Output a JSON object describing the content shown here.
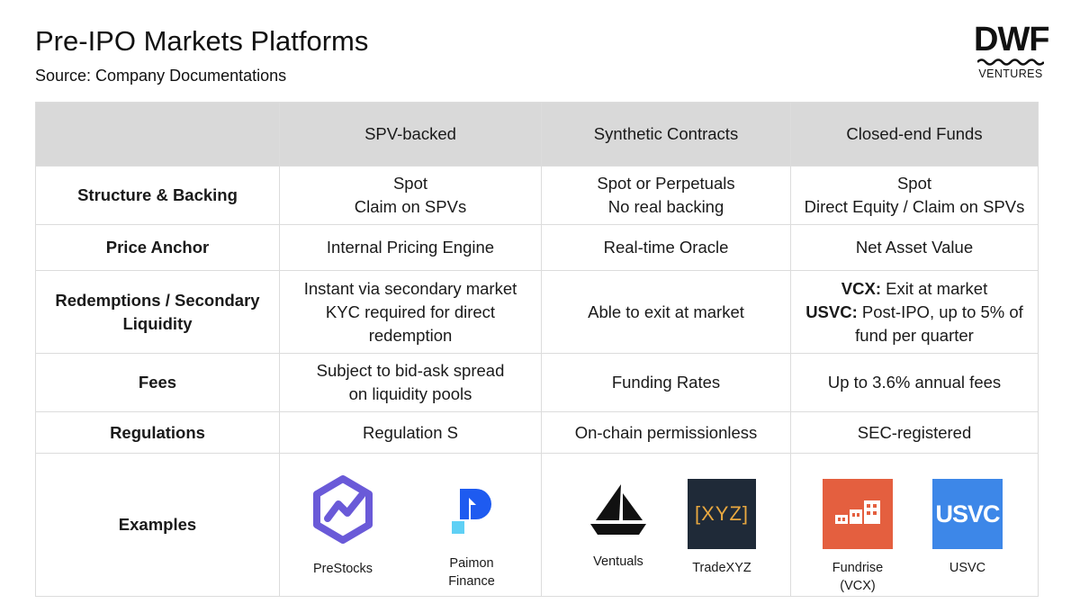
{
  "header": {
    "title": "Pre-IPO Markets Platforms",
    "subtitle": "Source: Company Documentations"
  },
  "logo": {
    "brand": "DWF",
    "sub": "VENTURES"
  },
  "colors": {
    "header_bg": "#d9d9d9",
    "border": "#dcdcdc",
    "usvc_blue": "#3d87e8",
    "fundrise_orange": "#e45f3f",
    "tradexyz_bg": "#1f2a38",
    "prestocks_purple": "#6a5ad8",
    "paimon_blue": "#1e5bf0"
  },
  "table": {
    "columns": [
      "",
      "SPV-backed",
      "Synthetic Contracts",
      "Closed-end Funds"
    ],
    "rows": {
      "structure": {
        "label": "Structure & Backing",
        "spv": [
          "Spot",
          "Claim on SPVs"
        ],
        "synthetic": [
          "Spot or Perpetuals",
          "No real backing"
        ],
        "closed": [
          "Spot",
          "Direct Equity / Claim on SPVs"
        ]
      },
      "price": {
        "label": "Price Anchor",
        "spv": "Internal Pricing Engine",
        "synthetic": "Real-time Oracle",
        "closed": "Net Asset Value"
      },
      "redemptions": {
        "label": [
          "Redemptions / Secondary",
          "Liquidity"
        ],
        "spv": [
          "Instant via secondary market",
          "KYC required for direct",
          "redemption"
        ],
        "synthetic": "Able to exit at market",
        "closed": {
          "vcx_label": "VCX:",
          "vcx_text": " Exit at market",
          "usvc_label": "USVC:",
          "usvc_text": " Post-IPO, up to 5% of",
          "usvc_text2": "fund per quarter"
        }
      },
      "fees": {
        "label": "Fees",
        "spv": [
          "Subject to bid-ask spread",
          "on liquidity pools"
        ],
        "synthetic": "Funding Rates",
        "closed": "Up to 3.6% annual fees"
      },
      "regulations": {
        "label": "Regulations",
        "spv": "Regulation S",
        "synthetic": "On-chain permissionless",
        "closed": "SEC-registered"
      },
      "examples": {
        "label": "Examples",
        "items": [
          {
            "name": [
              "PreStocks"
            ],
            "icon": "prestocks-logo"
          },
          {
            "name": [
              "Paimon",
              "Finance"
            ],
            "icon": "paimon-logo"
          },
          {
            "name": [
              "Ventuals"
            ],
            "icon": "ventuals-logo"
          },
          {
            "name": [
              "TradeXYZ"
            ],
            "icon": "tradexyz-logo",
            "logo_text": "[XYZ]"
          },
          {
            "name": [
              "Fundrise",
              "(VCX)"
            ],
            "icon": "fundrise-logo"
          },
          {
            "name": [
              "USVC"
            ],
            "icon": "usvc-logo",
            "logo_text": "USVC"
          }
        ]
      }
    }
  }
}
